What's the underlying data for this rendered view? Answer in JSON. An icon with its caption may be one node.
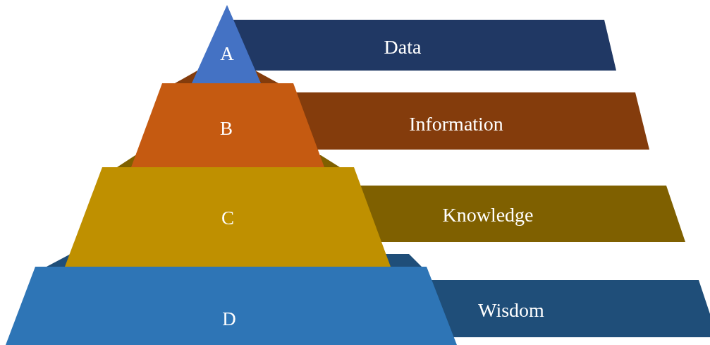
{
  "diagram": {
    "nodes": [
      {
        "text": [
          "A"
        ]
      },
      {
        "text": [
          "Data"
        ]
      },
      {
        "text": [
          "B"
        ]
      },
      {
        "text": [
          "Information"
        ]
      },
      {
        "text": [
          "C"
        ]
      },
      {
        "text": [
          "Knowledge"
        ]
      },
      {
        "text": [
          "D"
        ]
      },
      {
        "text": [
          "Wisdom"
        ]
      }
    ]
  }
}
